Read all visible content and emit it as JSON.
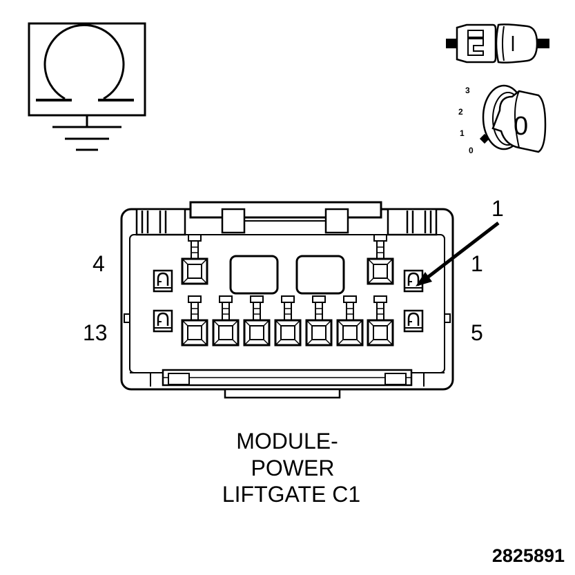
{
  "meter_symbol": {
    "unit_symbol": "ohm-icon",
    "ground_symbol": "ground-icon"
  },
  "connector_icon": "disconnected-connector-icon",
  "ignition": {
    "positions": [
      "3",
      "2",
      "1",
      "0"
    ],
    "key_label": "0"
  },
  "connector": {
    "callout_label": "1",
    "pin_labels": {
      "top_left": "4",
      "top_right": "1",
      "bottom_left": "13",
      "bottom_right": "5"
    }
  },
  "title_lines": [
    "MODULE-",
    "POWER",
    "LIFTGATE C1"
  ],
  "figure_number": "2825891",
  "colors": {
    "ink": "#000000",
    "shade": "#cfcfcf",
    "paper": "#ffffff"
  }
}
